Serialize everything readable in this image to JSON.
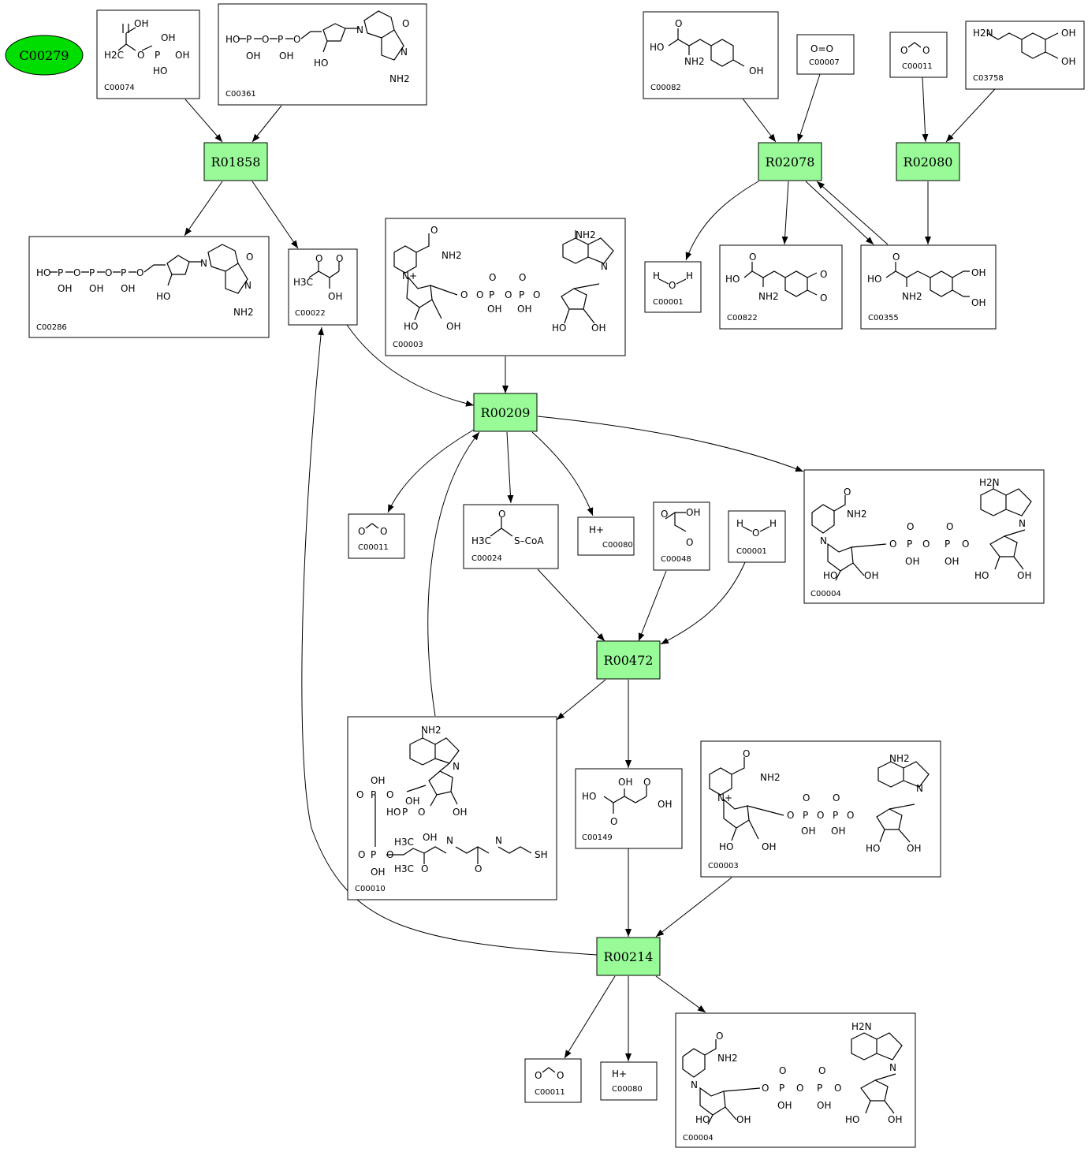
{
  "start_node": {
    "id": "C00279",
    "color": "#00dd00"
  },
  "reaction_color": "#98fb98",
  "reactions": [
    "R01858",
    "R02078",
    "R02080",
    "R00209",
    "R00472",
    "R00214"
  ],
  "compounds": {
    "c00074": "C00074",
    "c00361": "C00361",
    "c00082": "C00082",
    "c00007": "C00007",
    "c00011a": "C00011",
    "c03758": "C03758",
    "c00286": "C00286",
    "c00022": "C00022",
    "c00003a": "C00003",
    "c00001a": "C00001",
    "c00822": "C00822",
    "c00355": "C00355",
    "c00011b": "C00011",
    "c00024": "C00024",
    "c00080a": "C00080",
    "c00048": "C00048",
    "c00001b": "C00001",
    "c00004a": "C00004",
    "c00010": "C00010",
    "c00149": "C00149",
    "c00003b": "C00003",
    "c00011c": "C00011",
    "c00080b": "C00080",
    "c00004b": "C00004"
  },
  "structure_text": {
    "oh": "OH",
    "ho": "HO",
    "o": "O",
    "p": "P",
    "n": "N",
    "nplus": "N+",
    "h2c": "H2C",
    "h3c": "H3C",
    "nh2": "NH2",
    "h2n": "H2N",
    "o_eq_o": "O=O",
    "s_coa": "S–CoA",
    "h_plus": "H+",
    "sh": "SH",
    "h": "H"
  }
}
